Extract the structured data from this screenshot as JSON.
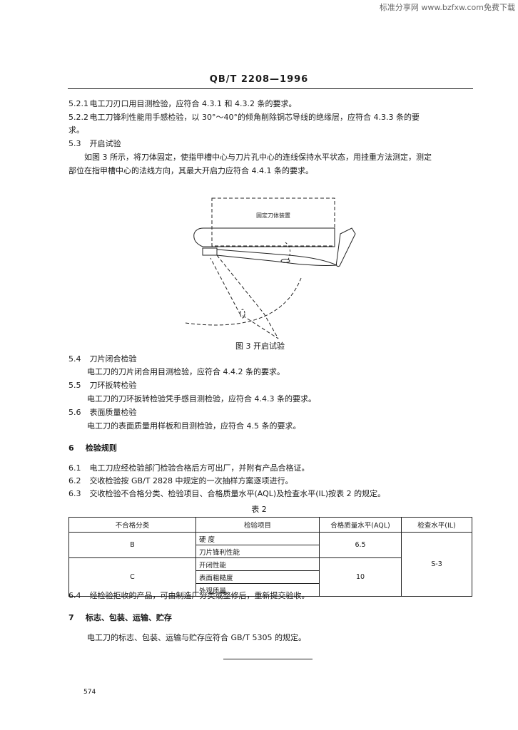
{
  "watermark": "标准分享网 www.bzfxw.com免费下载",
  "header": "QB/T 2208—1996",
  "sections": {
    "s521": {
      "num": "5.2.1",
      "text": "电工刀刃口用目测检验，应符合 4.3.1 和 4.3.2 条的要求。"
    },
    "s522": {
      "num": "5.2.2",
      "text": "电工刀锋利性能用手感检验，以 30°～40°的倾角削除铜芯导线的绝缘层，应符合 4.3.3 条的要",
      "text2": "求。"
    },
    "s53": {
      "num": "5.3",
      "title": "开启试验",
      "line1": "如图 3 所示，将刀体固定，使指甲槽中心与刀片孔中心的连线保持水平状态，用挂重方法测定，测定",
      "line2": "部位在指甲槽中心的法线方向，其最大开启力应符合 4.4.1 条的要求。"
    },
    "s54": {
      "num": "5.4",
      "title": "刀片闭合检验",
      "text": "电工刀的刀片闭合用目测检验，应符合 4.4.2 条的要求。"
    },
    "s55": {
      "num": "5.5",
      "title": "刀环扳转检验",
      "text": "电工刀的刀环扳转检验凭手感目测检验，应符合 4.4.3 条的要求。"
    },
    "s56": {
      "num": "5.6",
      "title": "表面质量检验",
      "text": "电工刀的表面质量用样板和目测检验，应符合 4.5 条的要求。"
    },
    "s6": {
      "num": "6",
      "title": "检验规则"
    },
    "s61": {
      "num": "6.1",
      "text": "电工刀应经检验部门检验合格后方可出厂，并附有产品合格证。"
    },
    "s62": {
      "num": "6.2",
      "text": "交收检验按 GB/T 2828 中规定的一次抽样方案逐项进行。"
    },
    "s63": {
      "num": "6.3",
      "text": "交收检验不合格分类、检验项目、合格质量水平(AQL)及检查水平(IL)按表 2 的规定。"
    },
    "s64": {
      "num": "6.4",
      "text": "经检验拒收的产品，可由制造厂分类或整修后，重新提交验收。"
    },
    "s7": {
      "num": "7",
      "title": "标志、包装、运输、贮存",
      "text": "电工刀的标志、包装、运输与贮存应符合 GB/T 5305 的规定。"
    }
  },
  "figure": {
    "box_label": "固定刀体装置",
    "caption": "图 3   开启试验"
  },
  "table2": {
    "title": "表 2",
    "headers": [
      "不合格分类",
      "检验项目",
      "合格质量水平(AQL)",
      "检查水平(IL)"
    ],
    "groupB": {
      "class": "B",
      "items": [
        "硬      度",
        "刀片锋利性能"
      ],
      "aql": "6.5"
    },
    "groupC": {
      "class": "C",
      "items": [
        "开闭性能",
        "表面粗糙度",
        "外观质量"
      ],
      "aql": "10"
    },
    "il": "S-3"
  },
  "page_number": "574"
}
